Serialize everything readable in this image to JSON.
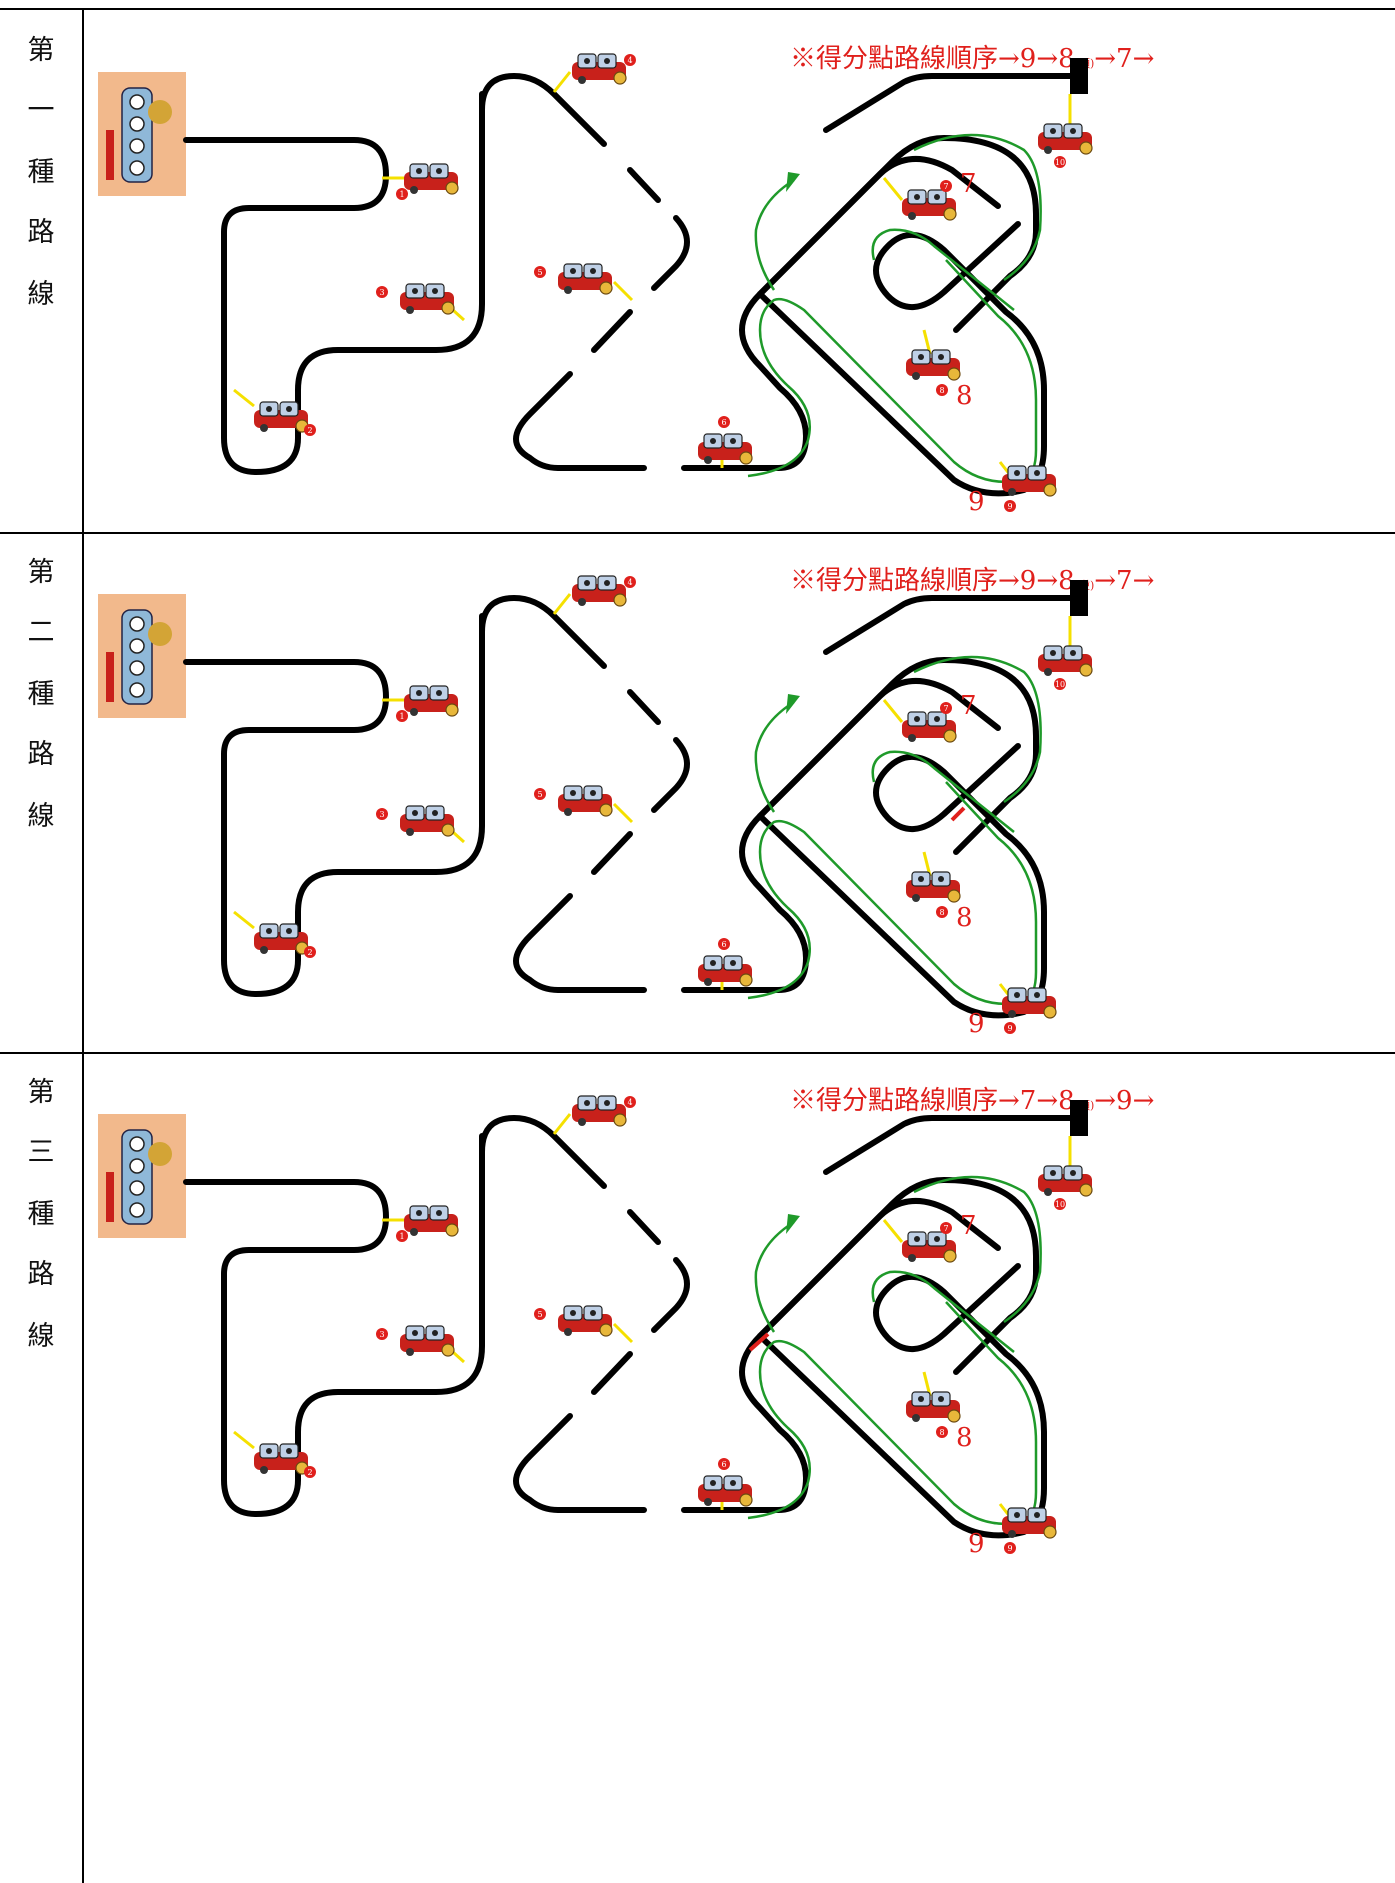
{
  "rows": [
    {
      "label": [
        "第",
        "一",
        "種",
        "路",
        "線"
      ],
      "route": {
        "prefix": "※得分點路線順序→",
        "a": "9",
        "b": "→8",
        "dir": "(順)",
        "c": "→7→"
      },
      "labels": {
        "n7": "7",
        "n8": "8",
        "n9": "9"
      },
      "variant": "cross-none"
    },
    {
      "label": [
        "第",
        "二",
        "種",
        "路",
        "線"
      ],
      "route": {
        "prefix": "※得分點路線順序→",
        "a": "9",
        "b": "→8",
        "dir": "(逆)",
        "c": "→7→"
      },
      "labels": {
        "n7": "7",
        "n8": "8",
        "n9": "9"
      },
      "variant": "cross-right"
    },
    {
      "label": [
        "第",
        "三",
        "種",
        "路",
        "線"
      ],
      "route": {
        "prefix": "※得分點路線順序→",
        "a": "7",
        "b": "→8",
        "dir": "(順)",
        "c": "→9→"
      },
      "labels": {
        "n7": "7",
        "n8": "8",
        "n9": "9"
      },
      "variant": "cross-left"
    }
  ],
  "checkpoints": [
    "1",
    "2",
    "3",
    "4",
    "5",
    "6",
    "7",
    "8",
    "9",
    "10"
  ],
  "colors": {
    "track": "#000000",
    "route": "#1f9a2a",
    "mark": "#e0201c",
    "connector": "#f5e000",
    "card": "#f2b98c",
    "robot": "#c8211b"
  },
  "icons": {
    "robot": "robot-car-icon",
    "start": "start-card-icon",
    "finish": "finish-block-icon"
  }
}
